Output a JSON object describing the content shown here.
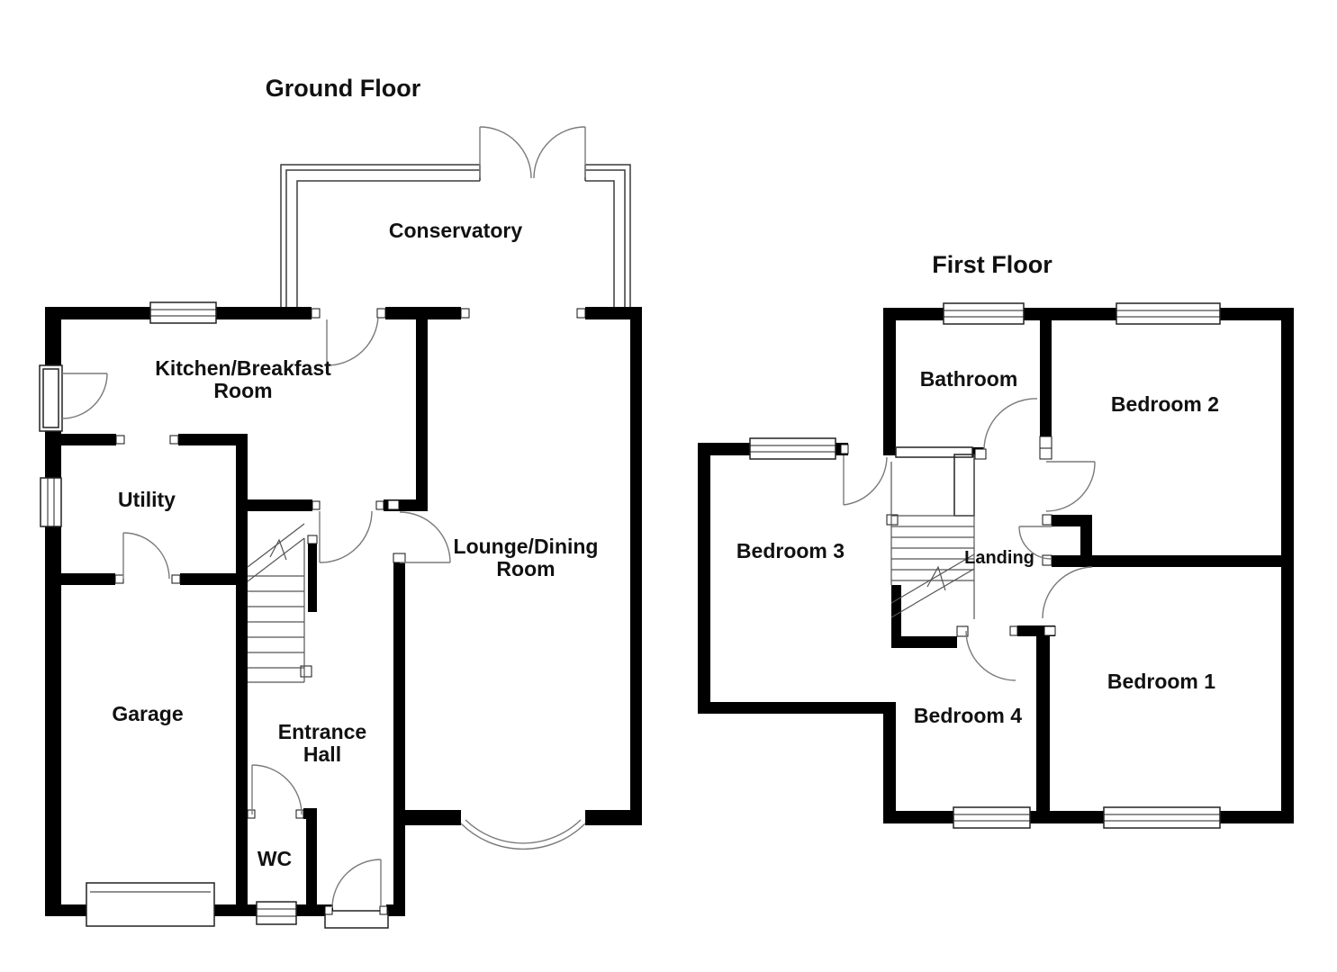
{
  "page": {
    "background": "#ffffff",
    "wall_color": "#000000",
    "line_color": "#7a7a7a",
    "text_color": "#111111"
  },
  "ground_floor": {
    "title": "Ground Floor",
    "rooms": {
      "conservatory": "Conservatory",
      "kitchen": {
        "line1": "Kitchen/Breakfast",
        "line2": "Room"
      },
      "utility": "Utility",
      "lounge": {
        "line1": "Lounge/Dining",
        "line2": "Room"
      },
      "garage": "Garage",
      "entrance_hall": {
        "line1": "Entrance",
        "line2": "Hall"
      },
      "wc": "WC"
    }
  },
  "first_floor": {
    "title": "First Floor",
    "rooms": {
      "bathroom": "Bathroom",
      "bedroom2": "Bedroom 2",
      "bedroom3": "Bedroom 3",
      "landing": "Landing",
      "bedroom4": "Bedroom 4",
      "bedroom1": "Bedroom 1"
    }
  }
}
